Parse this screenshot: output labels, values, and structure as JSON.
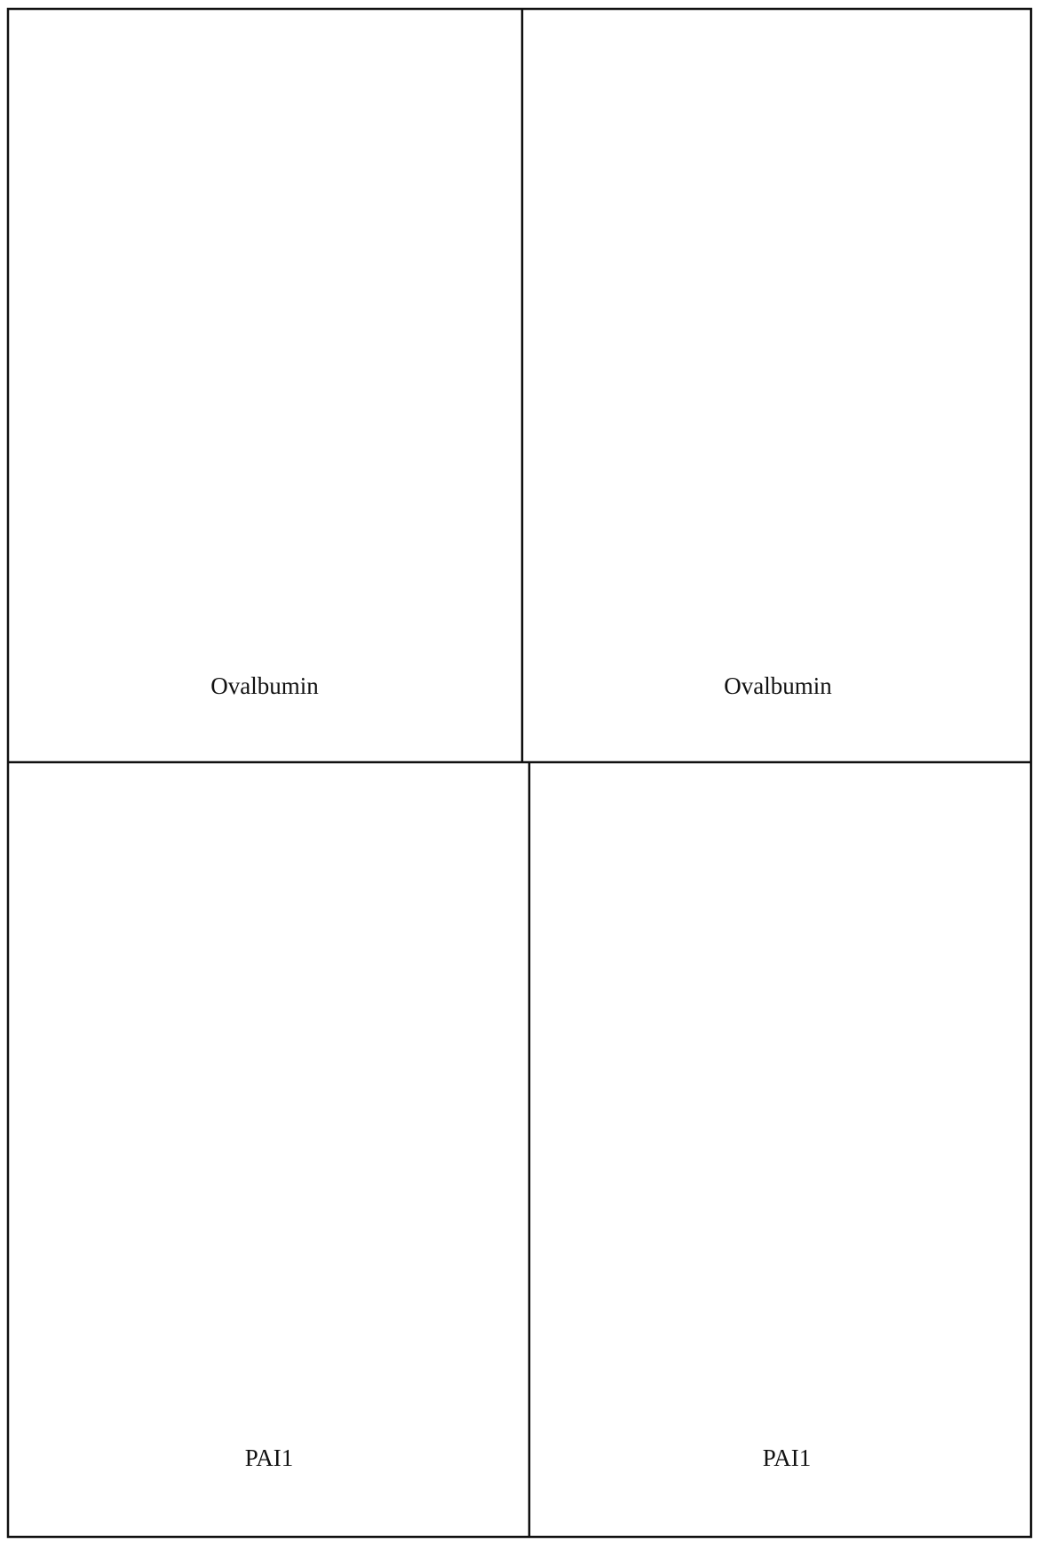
{
  "figure": {
    "ink_color": "#111111",
    "ribbon_fill": "#bdbdbd",
    "ribbon_fill_dark": "#8a8a8a",
    "background": "#ffffff",
    "panels": [
      {
        "caption": "Ovalbumin",
        "protein": "ovalbumin",
        "view": "stereo-left"
      },
      {
        "caption": "Ovalbumin",
        "protein": "ovalbumin",
        "view": "stereo-right"
      },
      {
        "caption": "PAI1",
        "protein": "pai1",
        "view": "stereo-left"
      },
      {
        "caption": "PAI1",
        "protein": "pai1",
        "view": "stereo-right"
      }
    ]
  }
}
